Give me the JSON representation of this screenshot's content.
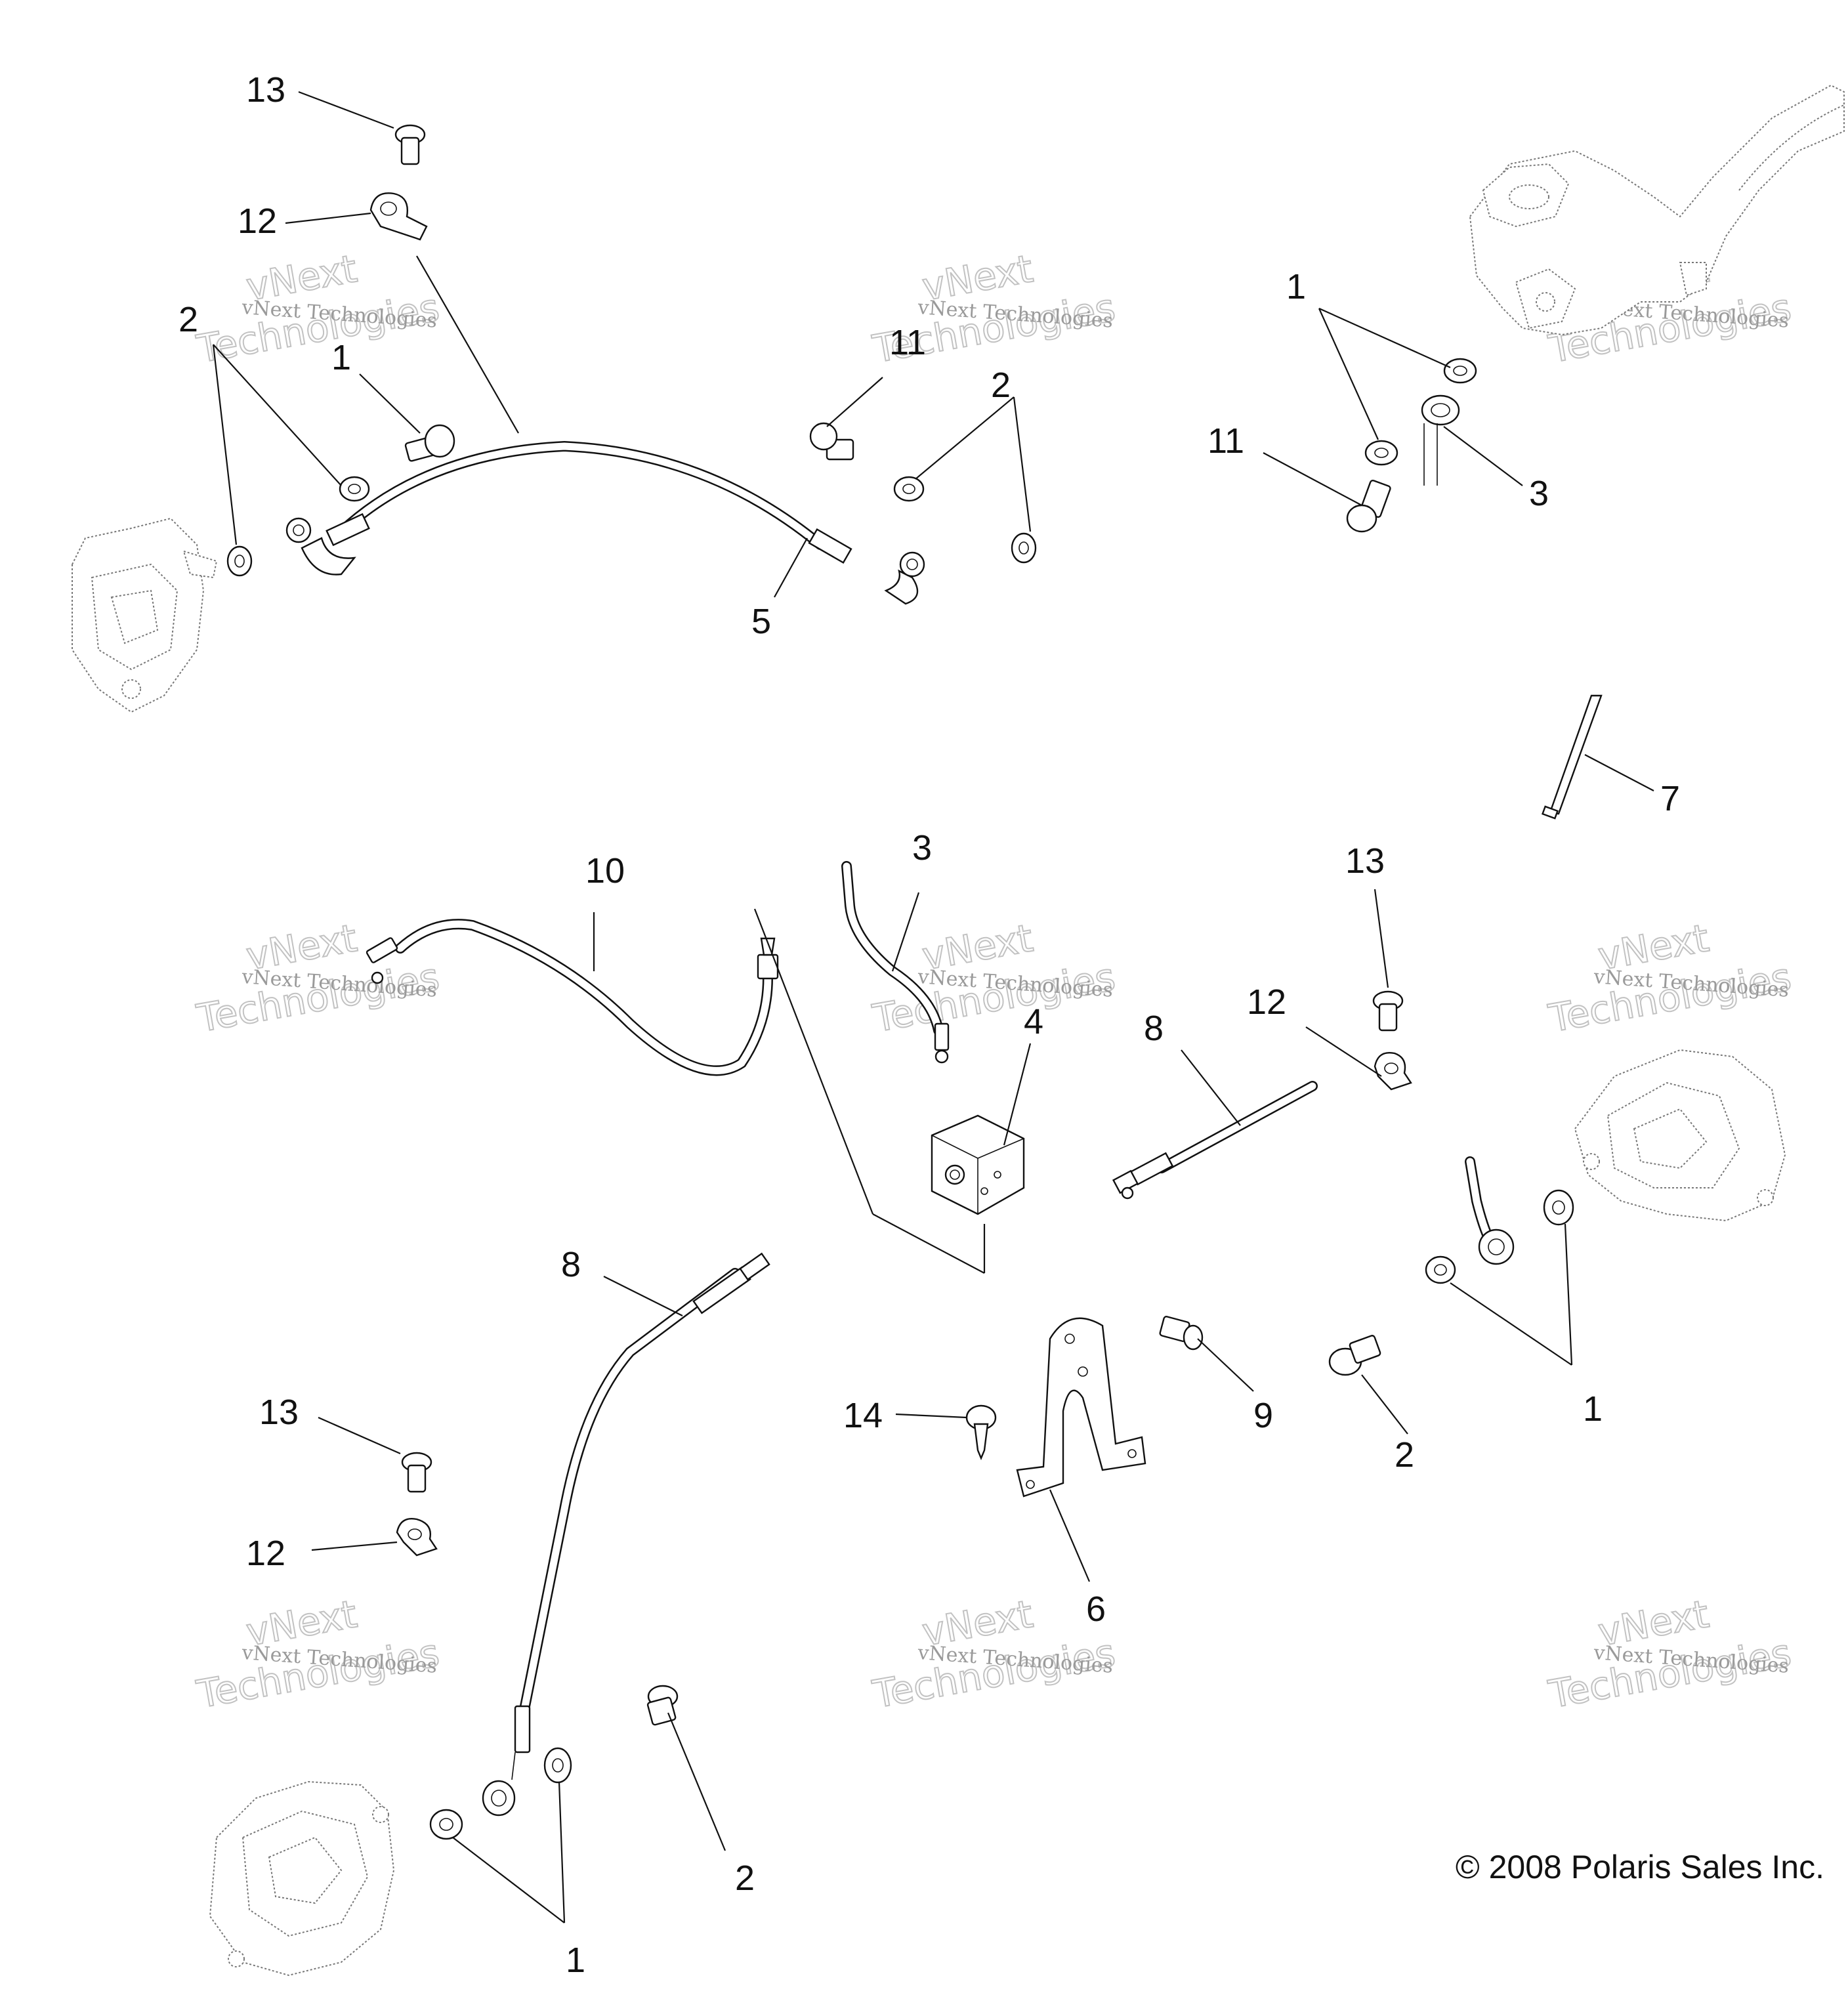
{
  "diagram": {
    "callouts": {
      "c13a": "13",
      "c12a": "12",
      "c1a": "1",
      "c2a": "2",
      "c5": "5",
      "c11a": "11",
      "c2b": "2",
      "c1b": "1",
      "c11b": "11",
      "c3a": "3",
      "c7": "7",
      "c10": "10",
      "c3b": "3",
      "c4": "4",
      "c8a": "8",
      "c12b": "12",
      "c13b": "13",
      "c8b": "8",
      "c13c": "13",
      "c12c": "12",
      "c14": "14",
      "c9": "9",
      "c2c": "2",
      "c1c": "1",
      "c6": "6",
      "c2d": "2",
      "c1d": "1"
    },
    "watermark": {
      "company": "vNext Technologies",
      "line1": "vNext",
      "line2": "Technologies"
    },
    "copyright": "© 2008 Polaris Sales Inc."
  }
}
